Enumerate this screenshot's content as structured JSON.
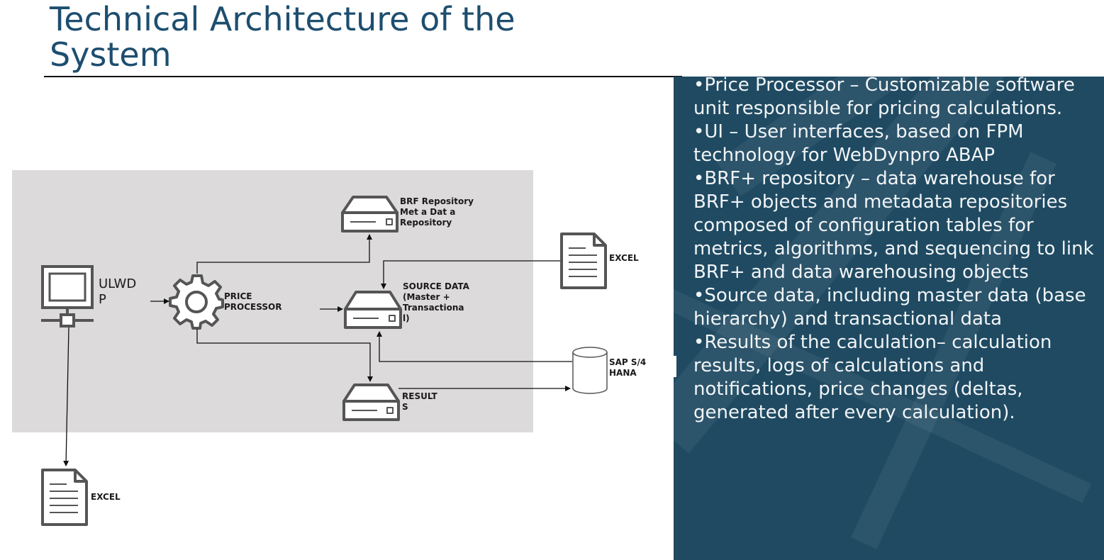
{
  "slide": {
    "title": "Technical Architecture of the System"
  },
  "diagram": {
    "brf_repository_label": "BRF Repository Met a Dat a Repository",
    "price_processor_label": "PRICE PROCESSOR",
    "source_data_label": "SOURCE DATA (Master + Transactiona l)",
    "results_label": "RESULT S",
    "excel_label_top": "EXCEL",
    "excel_label_bottom": "EXCEL",
    "sap_label": "SAP S/4 HANA",
    "ui_label": "ULWD P"
  },
  "notes": [
    "•Price Processor – Customizable software unit responsible for pricing calculations.",
    "•UI – User interfaces, based on FPM technology for WebDynpro ABAP",
    "•BRF+ repository – data warehouse for BRF+ objects and metadata repositories composed of configuration tables for metrics, algorithms, and sequencing to link BRF+ and data warehousing objects",
    "•Source data, including master data (base hierarchy) and transactional data",
    "•Results of the calculation– calculation results, logs of calculations and notifications, price changes (deltas, generated after every calculation)."
  ],
  "colors": {
    "title": "#1d4e6f",
    "panel": "#1f4a62",
    "diagram_bg": "#dcdadb"
  }
}
